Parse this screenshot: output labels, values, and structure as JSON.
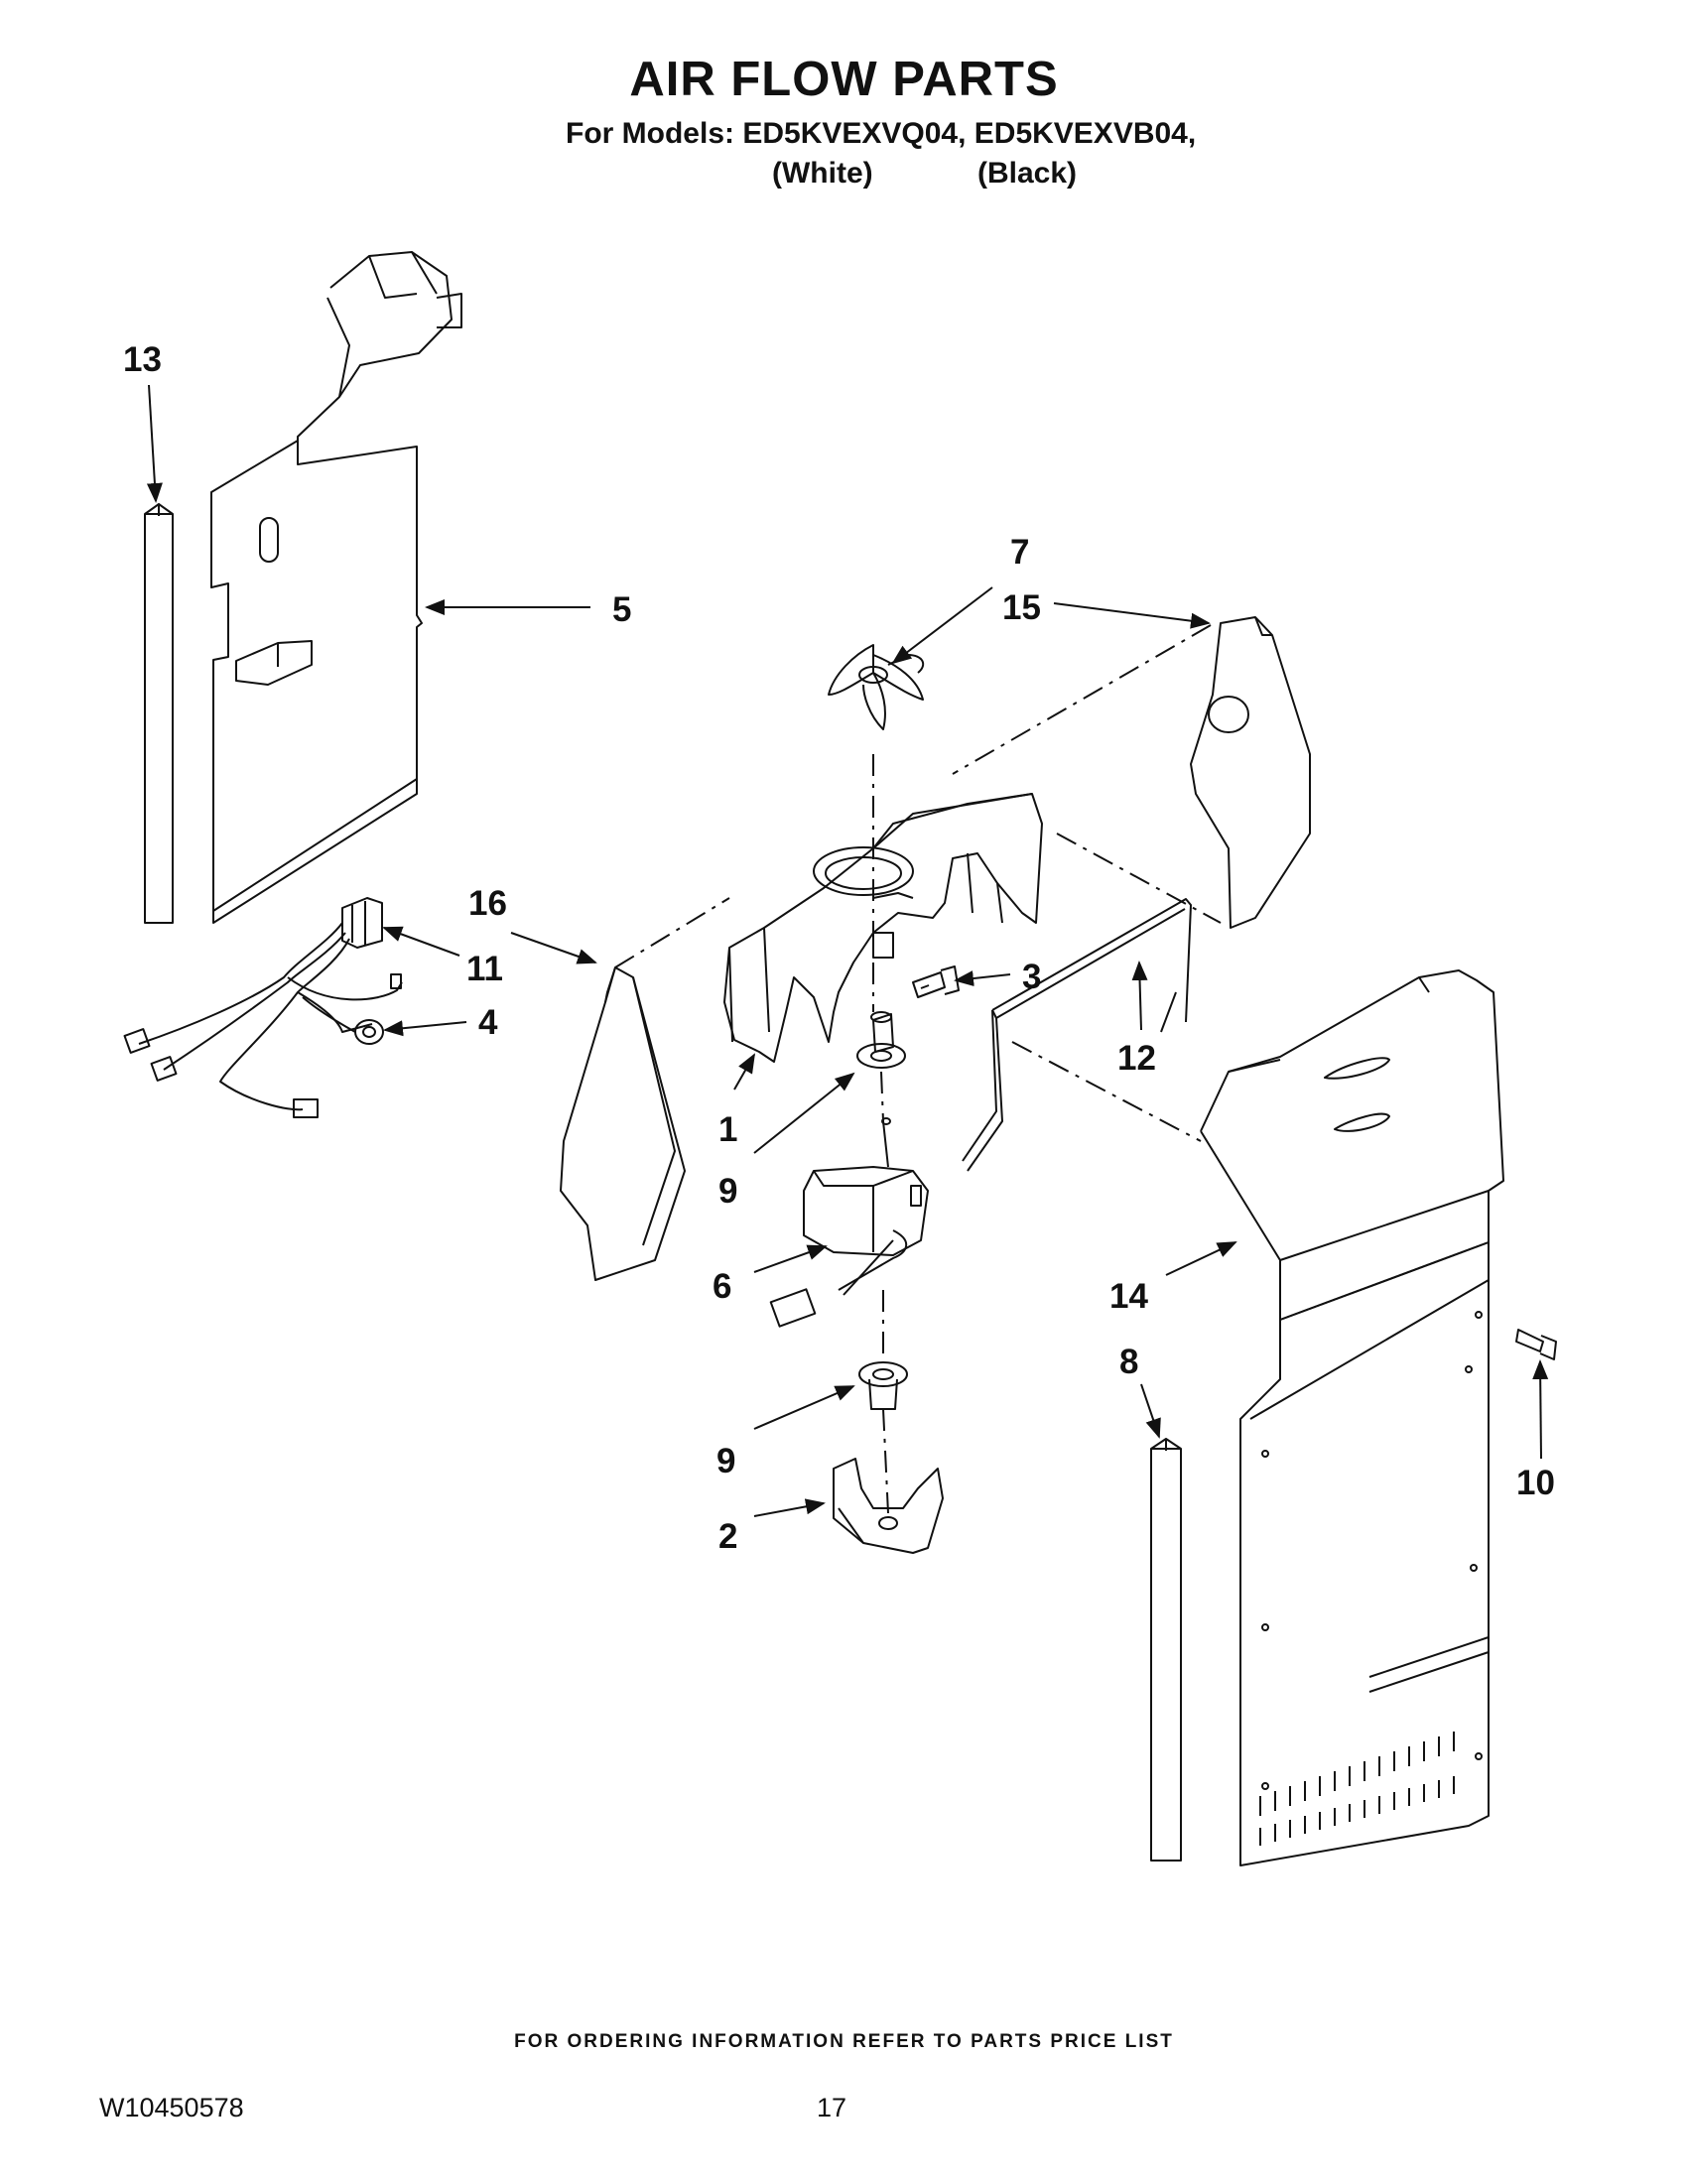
{
  "title": "AIR FLOW PARTS",
  "models_line": "For Models: ED5KVEXVQ04, ED5KVEXVB04,",
  "variants": [
    "(White)",
    "(Black)"
  ],
  "callouts": [
    "13",
    "5",
    "7",
    "15",
    "16",
    "11",
    "4",
    "3",
    "12",
    "1",
    "9",
    "6",
    "14",
    "8",
    "10",
    "9",
    "2"
  ],
  "footer_note": "FOR ORDERING INFORMATION REFER TO PARTS PRICE LIST",
  "doc_number": "W10450578",
  "page_number": "17"
}
